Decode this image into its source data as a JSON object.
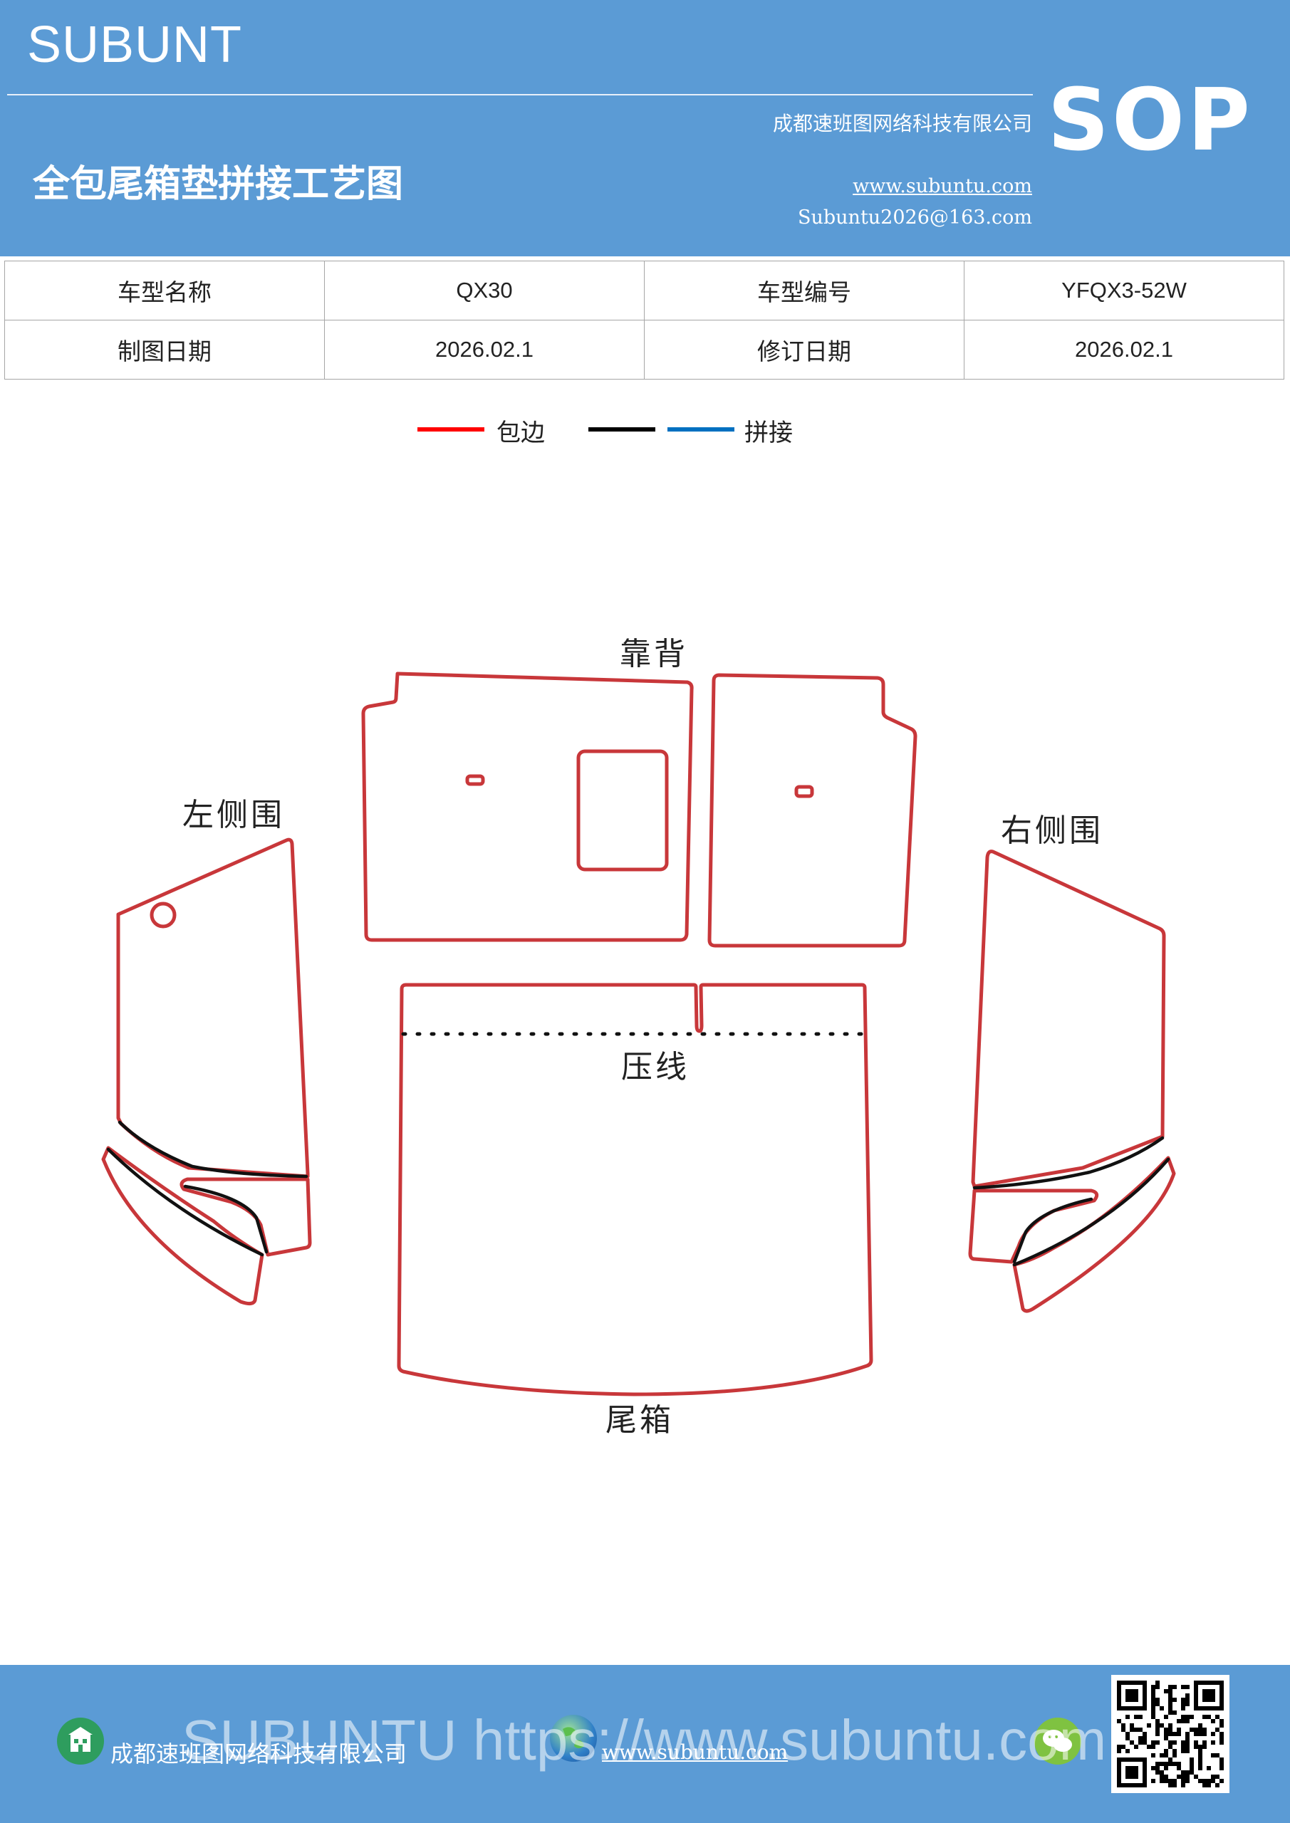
{
  "header": {
    "brand": "SUBUNT",
    "company": "成都速班图网络科技有限公司",
    "title": "全包尾箱垫拼接工艺图",
    "website": "www.subuntu.com",
    "email": "Subuntu2026@163.com",
    "badge": "SOP"
  },
  "info_table": {
    "rows": [
      {
        "label1": "车型名称",
        "value1": "QX30",
        "label2": "车型编号",
        "value2": "YFQX3-52W"
      },
      {
        "label1": "制图日期",
        "value1": "2026.02.1",
        "label2": "修订日期",
        "value2": "2026.02.1"
      }
    ]
  },
  "legend": {
    "items": [
      {
        "label": "包边",
        "color": "#ff0000"
      },
      {
        "label": "",
        "color": "#000000"
      },
      {
        "label": "拼接",
        "color": "#0070c0"
      }
    ]
  },
  "diagram": {
    "labels": {
      "backrest": "靠背",
      "left_side": "左侧围",
      "right_side": "右侧围",
      "press_line": "压线",
      "trunk": "尾箱"
    },
    "colors": {
      "edge": "#c8373a",
      "seam": "#111111"
    }
  },
  "footer": {
    "watermark": "SUBUNTU https://www.subuntu.com",
    "company": "成都速班图网络科技有限公司",
    "website": "www.subuntu.com",
    "icons": [
      "building-icon",
      "globe-icon",
      "wechat-icon",
      "qr-code"
    ]
  }
}
